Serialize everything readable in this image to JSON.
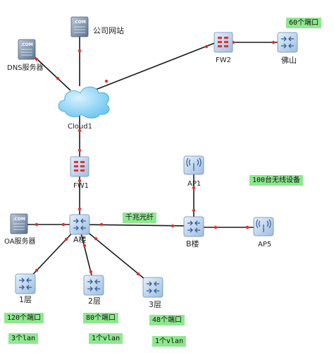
{
  "colors": {
    "link": "#1a1a1a",
    "port_dot": "#e8302a",
    "device_face": "#cfe0f2",
    "device_edge": "#6a8fb8",
    "cloud": "#8fd3f5",
    "tag_bg": "#8ee88e"
  },
  "nodes": {
    "web_server": {
      "label": "公司网站",
      "badge": ".COM",
      "icon": "server-icon"
    },
    "dns_server": {
      "label": "DNS服务器",
      "badge": ".COM",
      "icon": "server-icon"
    },
    "cloud": {
      "label": "Cloud1",
      "icon": "cloud-icon"
    },
    "fw2": {
      "label": "FW2",
      "icon": "firewall-icon"
    },
    "foshan": {
      "label": "佛山",
      "icon": "switch-icon"
    },
    "fw1": {
      "label": "FW1",
      "icon": "firewall-icon"
    },
    "ap1": {
      "label": "AP1",
      "icon": "access-point-icon"
    },
    "oa_server": {
      "label": "OA服务器",
      "badge": ".COM",
      "icon": "server-icon"
    },
    "building_a": {
      "label": "A楼",
      "icon": "switch-icon"
    },
    "building_b": {
      "label": "B楼",
      "icon": "switch-icon"
    },
    "ap5": {
      "label": "AP5",
      "icon": "access-point-icon"
    },
    "floor1": {
      "label": "1层",
      "icon": "switch-icon"
    },
    "floor2": {
      "label": "2层",
      "icon": "switch-icon"
    },
    "floor3": {
      "label": "3层",
      "icon": "switch-icon"
    }
  },
  "tags": {
    "foshan_ports": "60个端口",
    "wireless": "100台无线设备",
    "gigabit_fiber": "千兆光纤",
    "floor1_ports": "120个端口",
    "floor1_vlan": "3个lan",
    "floor2_ports": "80个端口",
    "floor2_vlan": "1个vlan",
    "floor3_ports": "48个端口",
    "floor3_vlan": "1个vlan"
  }
}
